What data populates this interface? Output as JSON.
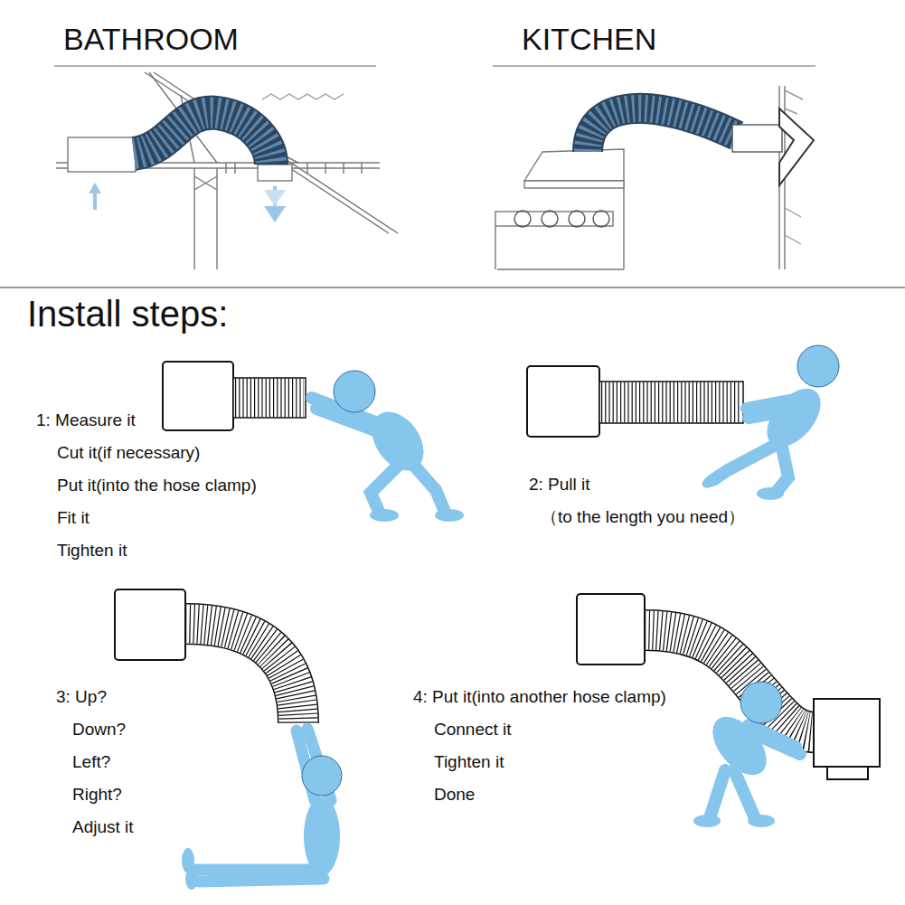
{
  "diagram": {
    "title": "Install steps:",
    "labels": [
      "BATHROOM",
      "KITCHEN",
      "1: Measure it",
      "Cut it(if necessary)",
      "Put it(into the hose clamp)",
      "Fit it",
      "Tighten it",
      "2: Pull it",
      "（to the length you need）",
      "3: Up?",
      "Down?",
      "Left?",
      "Right?",
      "Adjust it",
      "4: Put it(into another hose clamp)",
      "Connect it",
      "Tighten it",
      "Done"
    ]
  }
}
